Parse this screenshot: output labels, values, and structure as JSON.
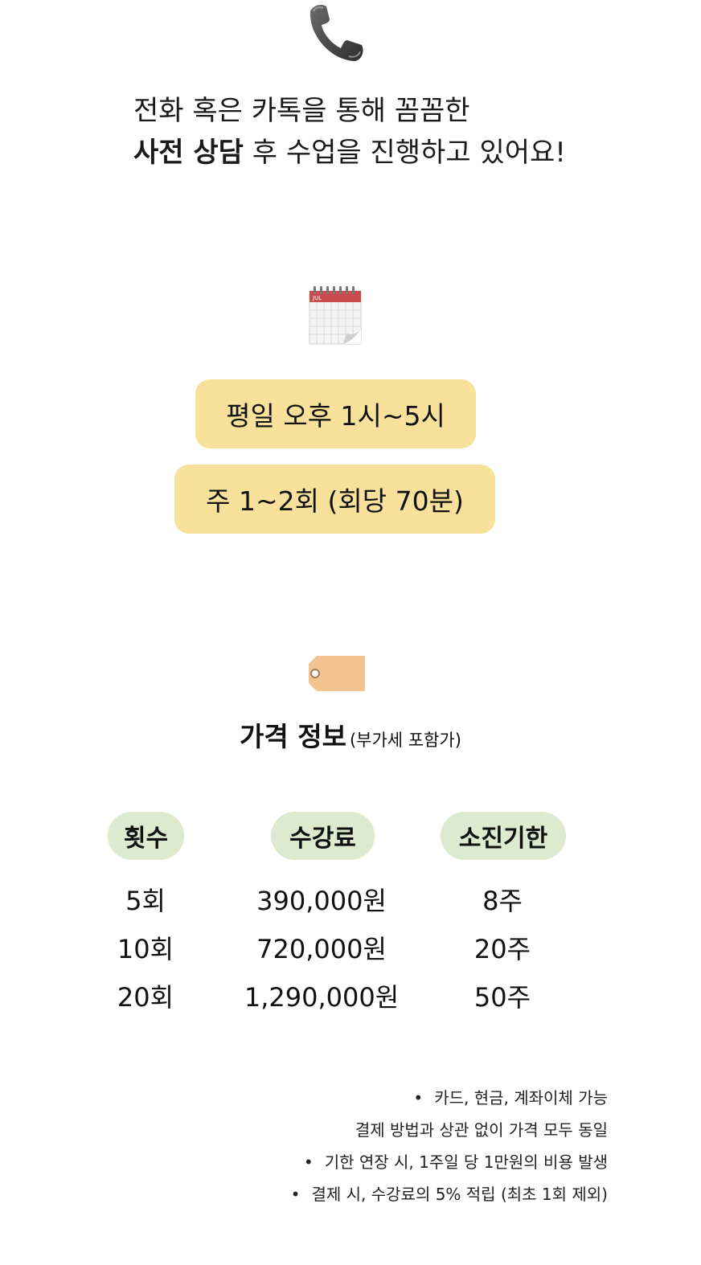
{
  "header": {
    "icon": "telephone-receiver-icon",
    "intro_line1": "전화 혹은 카톡을 통해 꼼꼼한",
    "intro_line2_bold": "사전 상담",
    "intro_line2_rest": " 후 수업을 진행하고 있어요!"
  },
  "schedule": {
    "icon": "calendar-icon",
    "calendar_month": "JUL",
    "time_label": "평일 오후 1시~5시",
    "frequency_label": "주 1~2회 (회당 70분)",
    "pill_color": "#f8e19b"
  },
  "pricing": {
    "icon": "price-tag-icon",
    "title": "가격 정보",
    "title_note": "(부가세 포함가)",
    "header_color": "#dcebcf",
    "columns": [
      "횟수",
      "수강료",
      "소진기한"
    ],
    "rows": [
      [
        "5회",
        "390,000원",
        "8주"
      ],
      [
        "10회",
        "720,000원",
        "20주"
      ],
      [
        "20회",
        "1,290,000원",
        "50주"
      ]
    ]
  },
  "notes": {
    "bullet": "•",
    "line1": "카드, 현금, 계좌이체 가능",
    "line2": "결제 방법과 상관 없이 가격 모두 동일",
    "line3": "기한 연장 시, 1주일 당 1만원의 비용 발생",
    "line4": "결제 시, 수강료의 5% 적립 (최초 1회 제외)"
  }
}
